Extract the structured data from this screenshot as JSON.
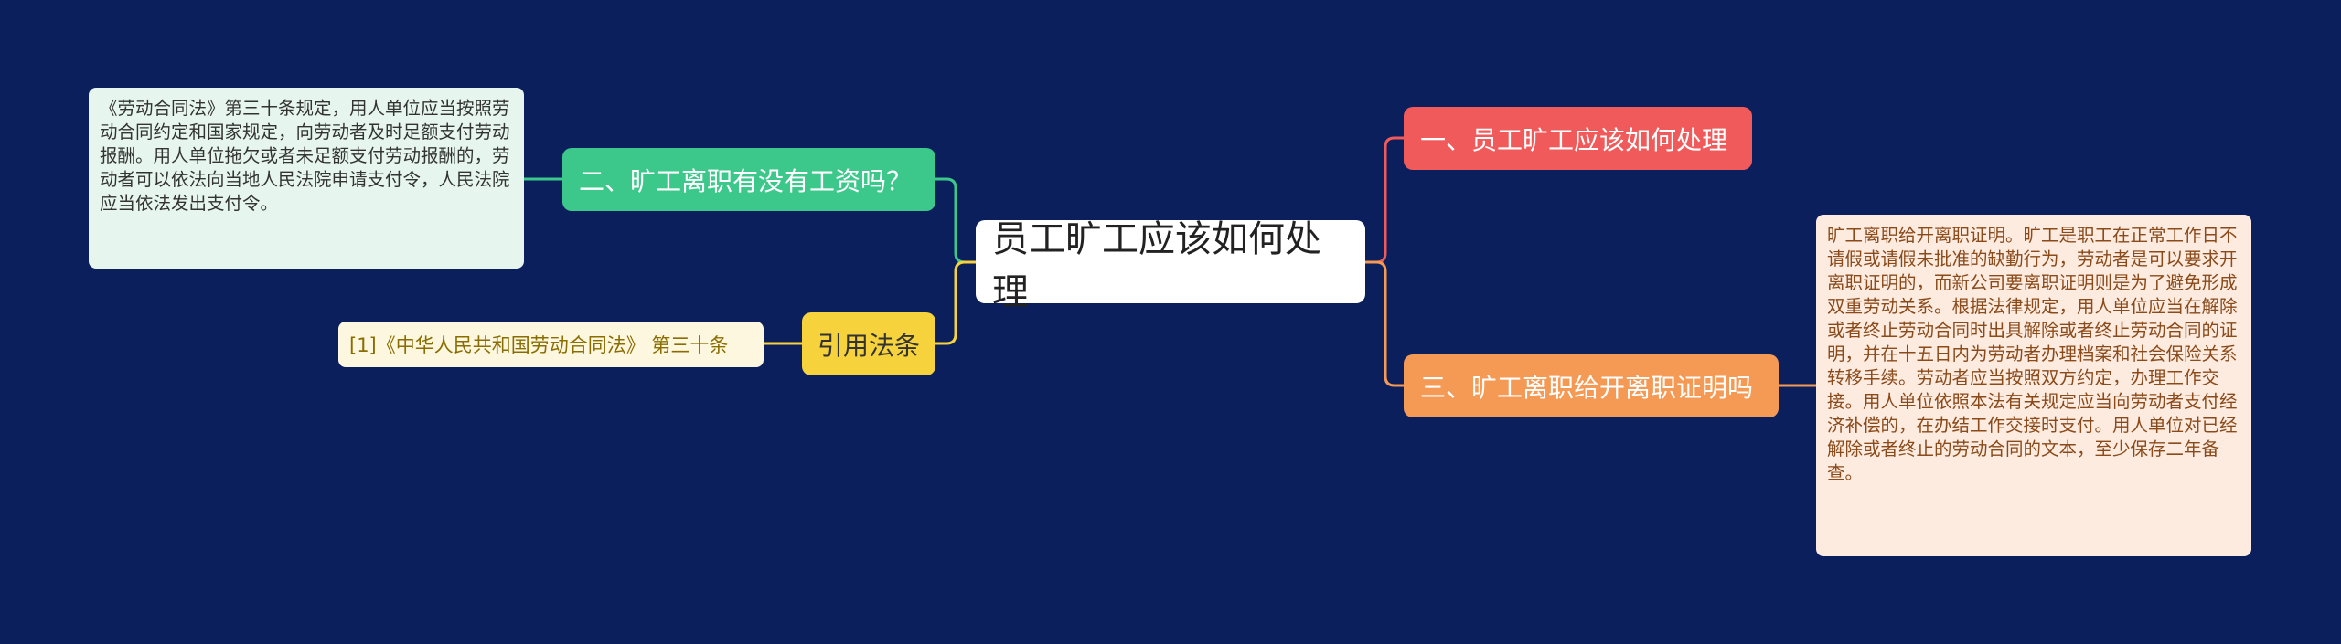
{
  "root": {
    "label": "员工旷工应该如何处理"
  },
  "branches": {
    "b1": {
      "label": "一、员工旷工应该如何处理",
      "color": "#f05a5a"
    },
    "b2": {
      "label": "二、旷工离职有没有工资吗？",
      "color": "#3cc88a"
    },
    "b3": {
      "label": "三、旷工离职给开离职证明吗",
      "color": "#f59a55"
    },
    "cite": {
      "label": "引用法条",
      "color": "#f6d23c"
    }
  },
  "leaves": {
    "law": "《劳动合同法》第三十条规定，用人单位应当按照劳动合同约定和国家规定，向劳动者及时足额支付劳动报酬。用人单位拖欠或者未足额支付劳动报酬的，劳动者可以依法向当地人民法院申请支付令，人民法院应当依法发出支付令。",
    "cite": "[1]《中华人民共和国劳动合同法》 第三十条",
    "cert": "旷工离职给开离职证明。旷工是职工在正常工作日不请假或请假未批准的缺勤行为，劳动者是可以要求开离职证明的，而新公司要离职证明则是为了避免形成双重劳动关系。根据法律规定，用人单位应当在解除或者终止劳动合同时出具解除或者终止劳动合同的证明，并在十五日内为劳动者办理档案和社会保险关系转移手续。劳动者应当按照双方约定，办理工作交接。用人单位依照本法有关规定应当向劳动者支付经济补偿的，在办结工作交接时支付。用人单位对已经解除或者终止的劳动合同的文本，至少保存二年备查。"
  },
  "colors": {
    "background": "#0a1f5c"
  }
}
